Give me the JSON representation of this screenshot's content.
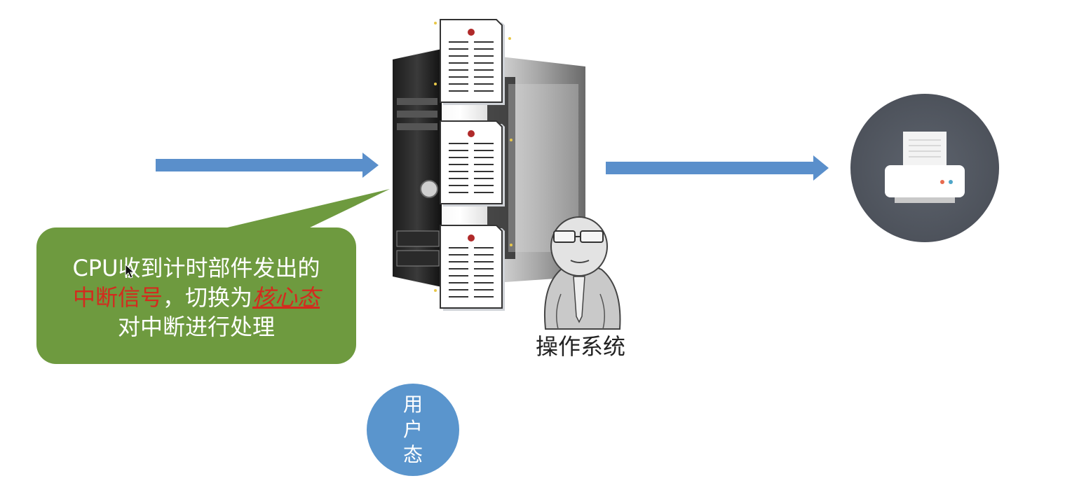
{
  "callout": {
    "line1": "CPU收到计时部件发出的",
    "line2_part1": "中断信号",
    "line2_part2": "，切换为",
    "line2_part3": "核心态",
    "line3": "对中断进行处理"
  },
  "os_label": "操作系统",
  "user_state": {
    "char1": "用",
    "char2": "户",
    "char3": "态"
  },
  "colors": {
    "arrow": "#5a8fcb",
    "callout_fill": "#6e9a3f",
    "highlight_text": "#d42a1e",
    "user_state_circle": "#5a95cd",
    "printer_circle": "#545a65"
  },
  "icons": [
    "computer-tower-icon",
    "document-icon",
    "printer-icon",
    "person-sketch-icon",
    "mouse-cursor-icon"
  ]
}
